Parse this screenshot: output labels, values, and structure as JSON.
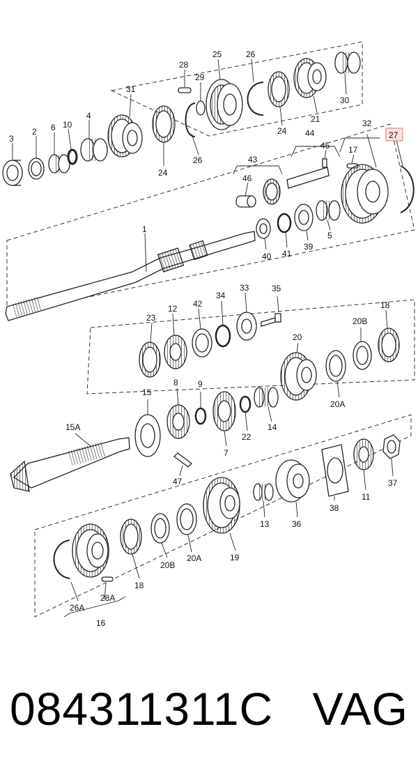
{
  "labels": {
    "l3": "3",
    "l2": "2",
    "l6": "6",
    "l10": "10",
    "l4": "4",
    "l31": "31",
    "l24a": "24",
    "l28": "28",
    "l29": "29",
    "l26a": "26",
    "l25": "25",
    "l26b": "26",
    "l24b": "24",
    "l21": "21",
    "l30": "30",
    "l32": "32",
    "l27": "27",
    "l44": "44",
    "l45": "45",
    "l17": "17",
    "l43": "43",
    "l46": "46",
    "l40": "40",
    "l41": "41",
    "l39": "39",
    "l5": "5",
    "l1": "1",
    "l23": "23",
    "l12": "12",
    "l42": "42",
    "l34": "34",
    "l33": "33",
    "l35": "35",
    "l18a": "18",
    "l20b": "20B",
    "l20": "20",
    "l20a": "20A",
    "l15": "15",
    "l8": "8",
    "l9": "9",
    "l7": "7",
    "l22": "22",
    "l14": "14",
    "l15a": "15A",
    "l47": "47",
    "l13": "13",
    "l36": "36",
    "l38": "38",
    "l11": "11",
    "l37": "37",
    "l19": "19",
    "l20a2": "20A",
    "l20b2": "20B",
    "l18b": "18",
    "l26a2": "26A",
    "l28a": "28A",
    "l16": "16"
  },
  "colors": {
    "highlight_border": "#e88a8a",
    "highlight_fill": "#fbe3e3"
  },
  "footer": {
    "part_number": "084311311C",
    "brand": "VAG"
  }
}
